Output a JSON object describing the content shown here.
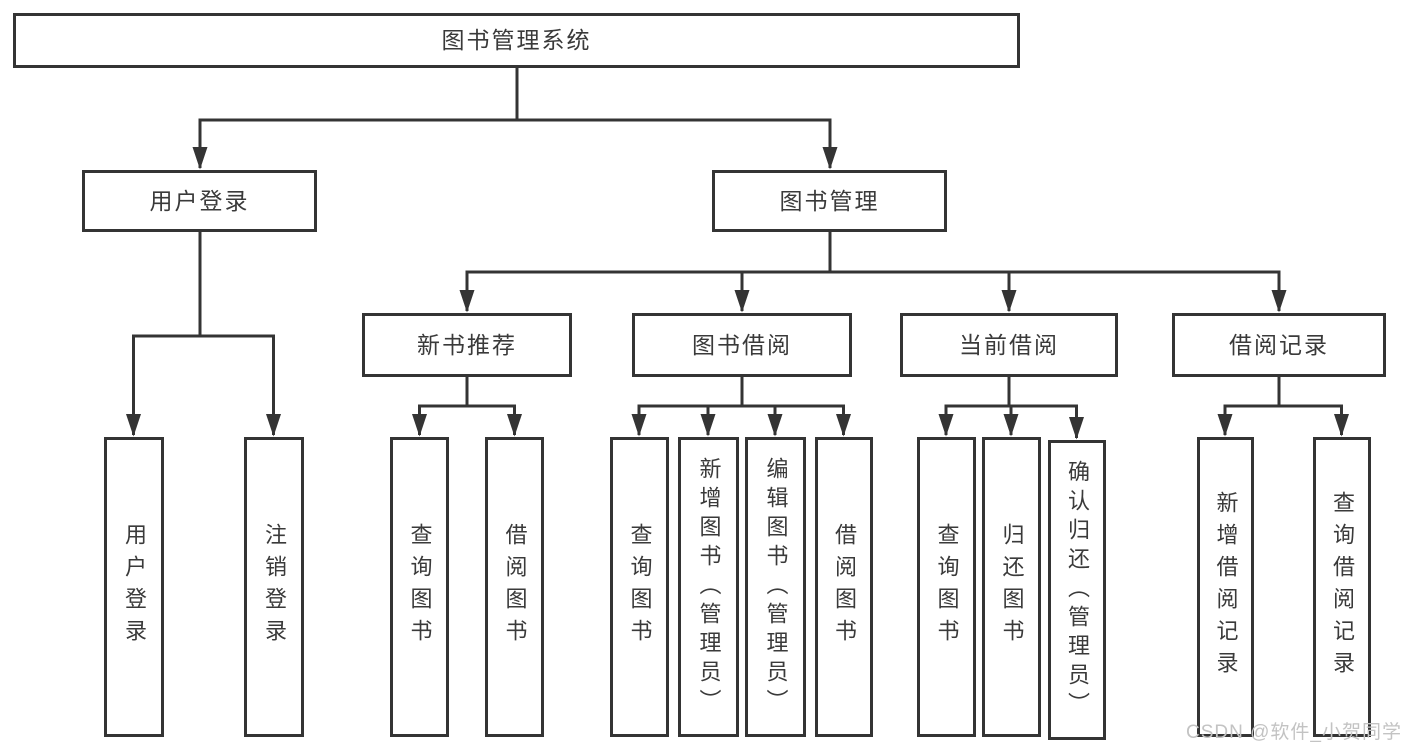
{
  "diagram": {
    "title": "图书管理系统",
    "nodes": {
      "root": "图书管理系统",
      "user_login": "用户登录",
      "book_manage": "图书管理",
      "new_book_recommend": "新书推荐",
      "book_borrow": "图书借阅",
      "current_borrow": "当前借阅",
      "borrow_records": "借阅记录",
      "leaf_user_login": "用户登录",
      "leaf_logout": "注销登录",
      "rec_query_books": "查询图书",
      "rec_borrow_books": "借阅图书",
      "bb_query_books": "查询图书",
      "bb_add_books": "新增图书（管理员）",
      "bb_edit_books": "编辑图书（管理员）",
      "bb_borrow_books": "借阅图书",
      "cb_query_books": "查询图书",
      "cb_return_books": "归还图书",
      "cb_confirm_return": "确认归还（管理员）",
      "br_add_record": "新增借阅记录",
      "br_query_record": "查询借阅记录"
    },
    "colors": {
      "line": "#343434",
      "text": "#3a3a3a",
      "watermark": "#c3c3c3",
      "background": "#ffffff"
    },
    "watermark": "CSDN @软件_小贺同学"
  }
}
